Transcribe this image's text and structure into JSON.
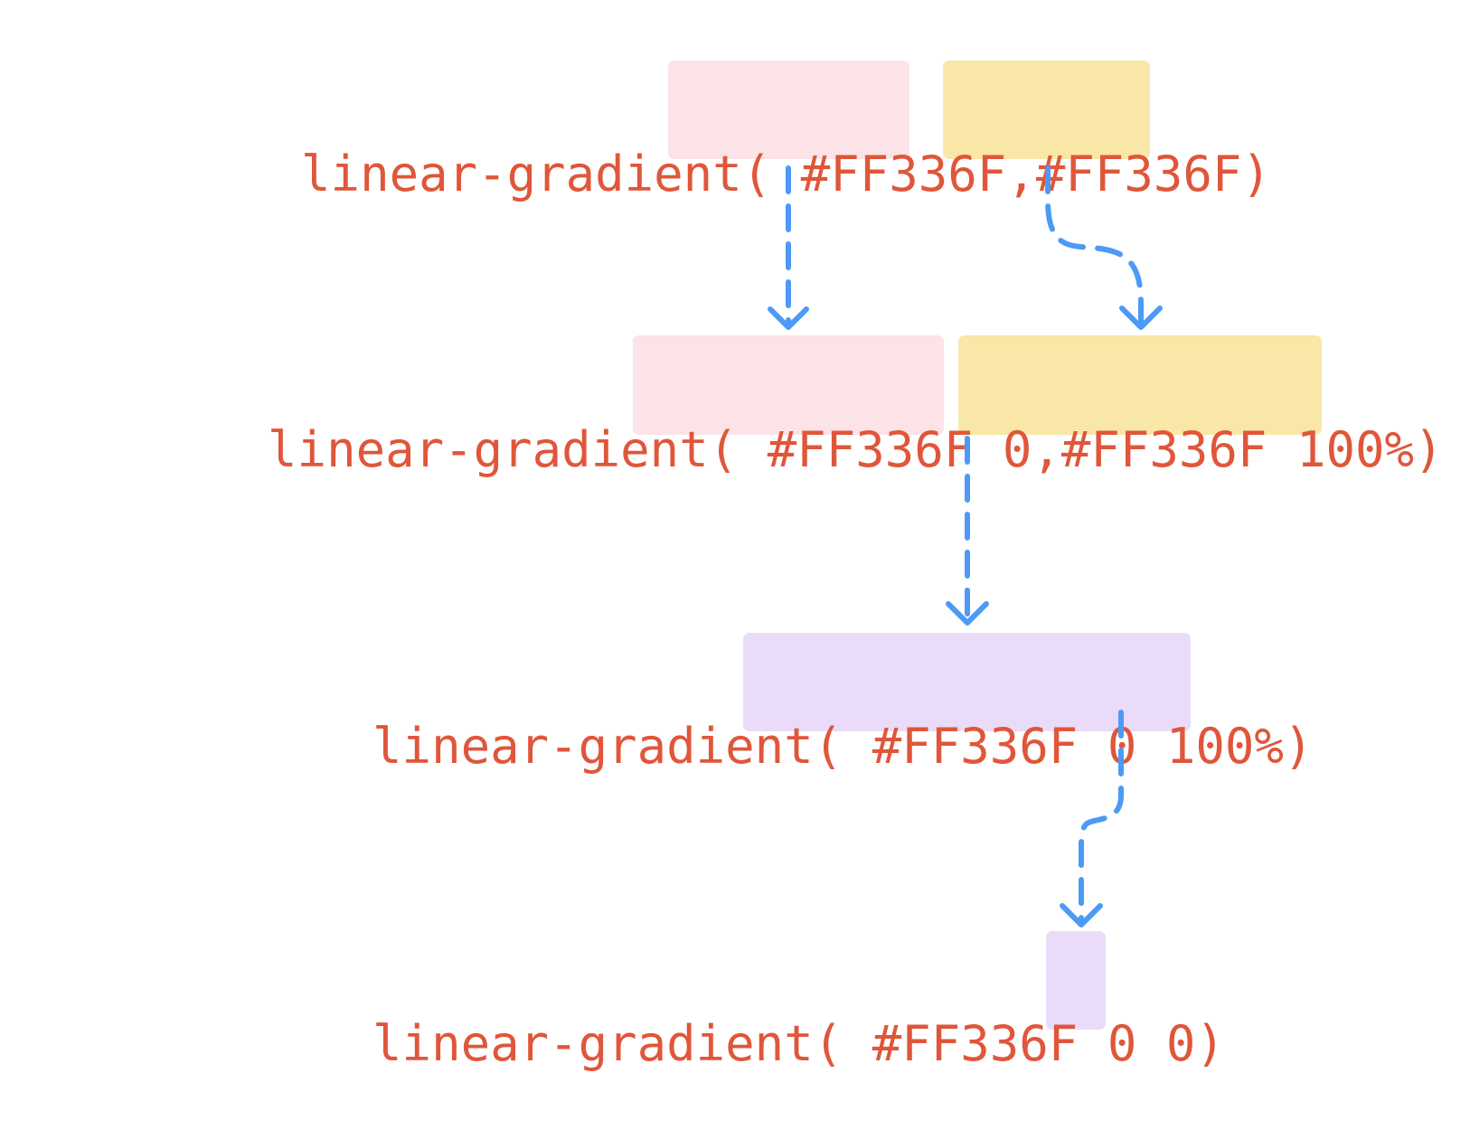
{
  "colors": {
    "code_text": "#e0563a",
    "highlight_first_stop": "#fbe3e8",
    "highlight_second_stop": "#f9e7a8",
    "highlight_merged": "#eadcf9",
    "arrow": "#4c9af5"
  },
  "lines": [
    {
      "segments": [
        {
          "text": "linear-gradient( "
        },
        {
          "text": "#FF336F"
        },
        {
          "text": ","
        },
        {
          "text": "#FF336F"
        },
        {
          "text": ")"
        }
      ]
    },
    {
      "segments": [
        {
          "text": "linear-gradient( "
        },
        {
          "text": "#FF336F 0"
        },
        {
          "text": ","
        },
        {
          "text": "#FF336F 100%"
        },
        {
          "text": ")"
        }
      ]
    },
    {
      "segments": [
        {
          "text": "linear-gradient( "
        },
        {
          "text": "#FF336F 0 100%"
        },
        {
          "text": ")"
        }
      ]
    },
    {
      "segments": [
        {
          "text": "linear-gradient( "
        },
        {
          "text": "#FF336F 0 "
        },
        {
          "text": "0"
        },
        {
          "text": ")"
        }
      ]
    }
  ],
  "arrows": [
    {
      "from": "line-1-first-stop",
      "to": "line-2-first-stop",
      "style": "dashed-straight"
    },
    {
      "from": "line-1-second-stop",
      "to": "line-2-second-stop",
      "style": "dashed-curved"
    },
    {
      "from": "line-2-comma",
      "to": "line-3-merged-stop",
      "style": "dashed-straight"
    },
    {
      "from": "line-3-100%",
      "to": "line-4-last-zero",
      "style": "dashed-curved"
    }
  ]
}
